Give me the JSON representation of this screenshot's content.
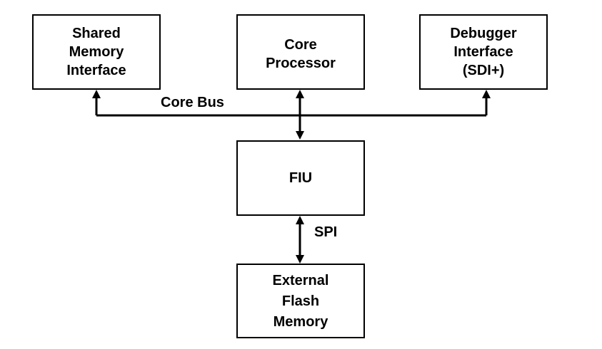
{
  "blocks": {
    "shared_memory": {
      "lines": [
        "Shared",
        "Memory",
        "Interface"
      ]
    },
    "core_processor": {
      "lines": [
        "Core",
        "Processor"
      ]
    },
    "debugger": {
      "lines": [
        "Debugger",
        "Interface",
        "(SDI+)"
      ]
    },
    "fiu": {
      "lines": [
        "FIU"
      ]
    },
    "external_flash": {
      "lines": [
        "External",
        "Flash",
        "Memory"
      ]
    }
  },
  "labels": {
    "core_bus": "Core Bus",
    "spi": "SPI"
  },
  "colors": {
    "line": "#000000",
    "background": "#ffffff"
  }
}
